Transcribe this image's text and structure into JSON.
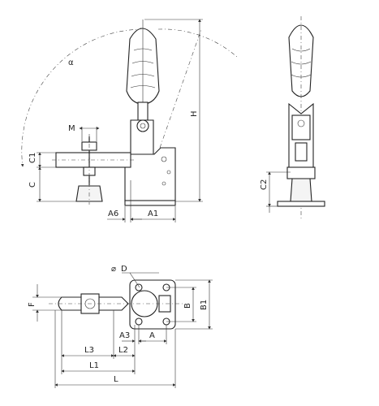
{
  "dimensions": {
    "alpha": "α",
    "M": "M",
    "C1": "C1",
    "C": "C",
    "H": "H",
    "A6": "A6",
    "A1": "A1",
    "C2": "C2",
    "D": "D",
    "F": "F",
    "B": "B",
    "B1": "B1",
    "A3": "A3",
    "A": "A",
    "L3": "L3",
    "L2": "L2",
    "L1": "L1",
    "L": "L"
  },
  "colors": {
    "line": "#222222",
    "background": "#ffffff"
  }
}
